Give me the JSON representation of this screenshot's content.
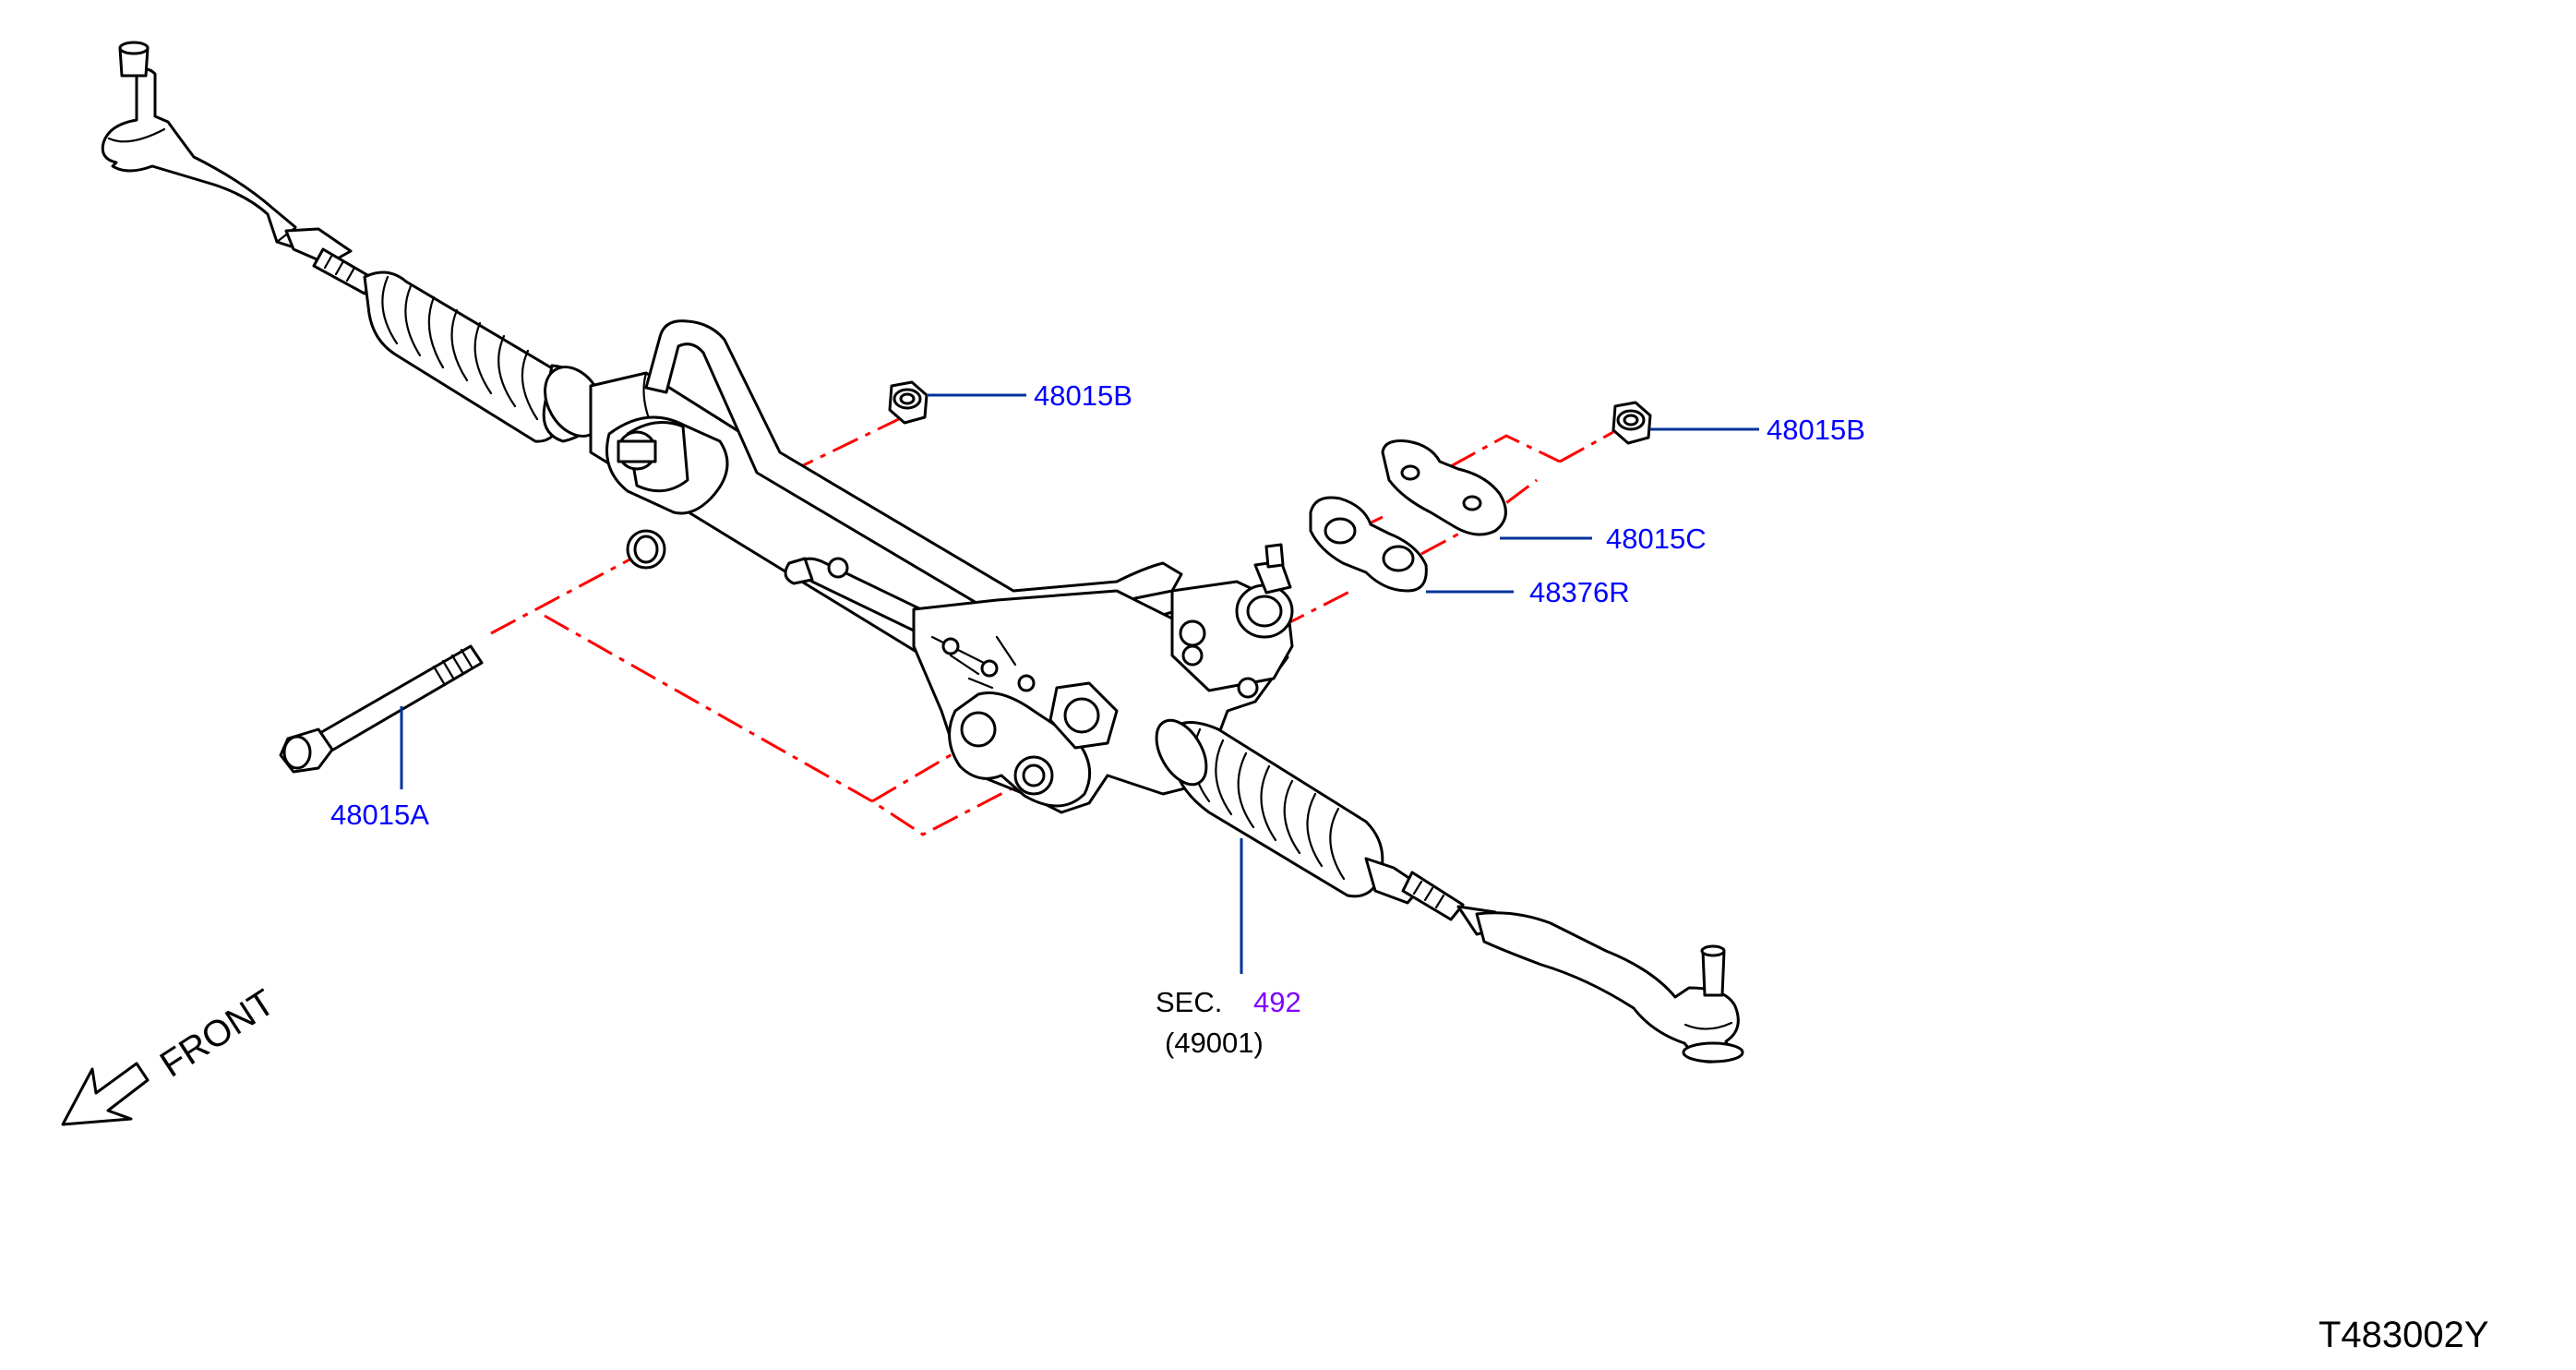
{
  "colors": {
    "outline": "#000000",
    "callout_text": "#0000ff",
    "callout_line": "#003399",
    "assembly_dash": "#ff0000",
    "section_ref": "#8000ff"
  },
  "callouts": {
    "nut_upper": "48015B",
    "nut_right": "48015B",
    "plate": "48015C",
    "insulator": "48376R",
    "bolt": "48015A"
  },
  "section": {
    "prefix": "SEC.",
    "number": "492",
    "part_code": "(49001)"
  },
  "front_label": "FRONT",
  "drawing_code": "T483002Y",
  "icons": {
    "front": "front-arrow-icon"
  }
}
